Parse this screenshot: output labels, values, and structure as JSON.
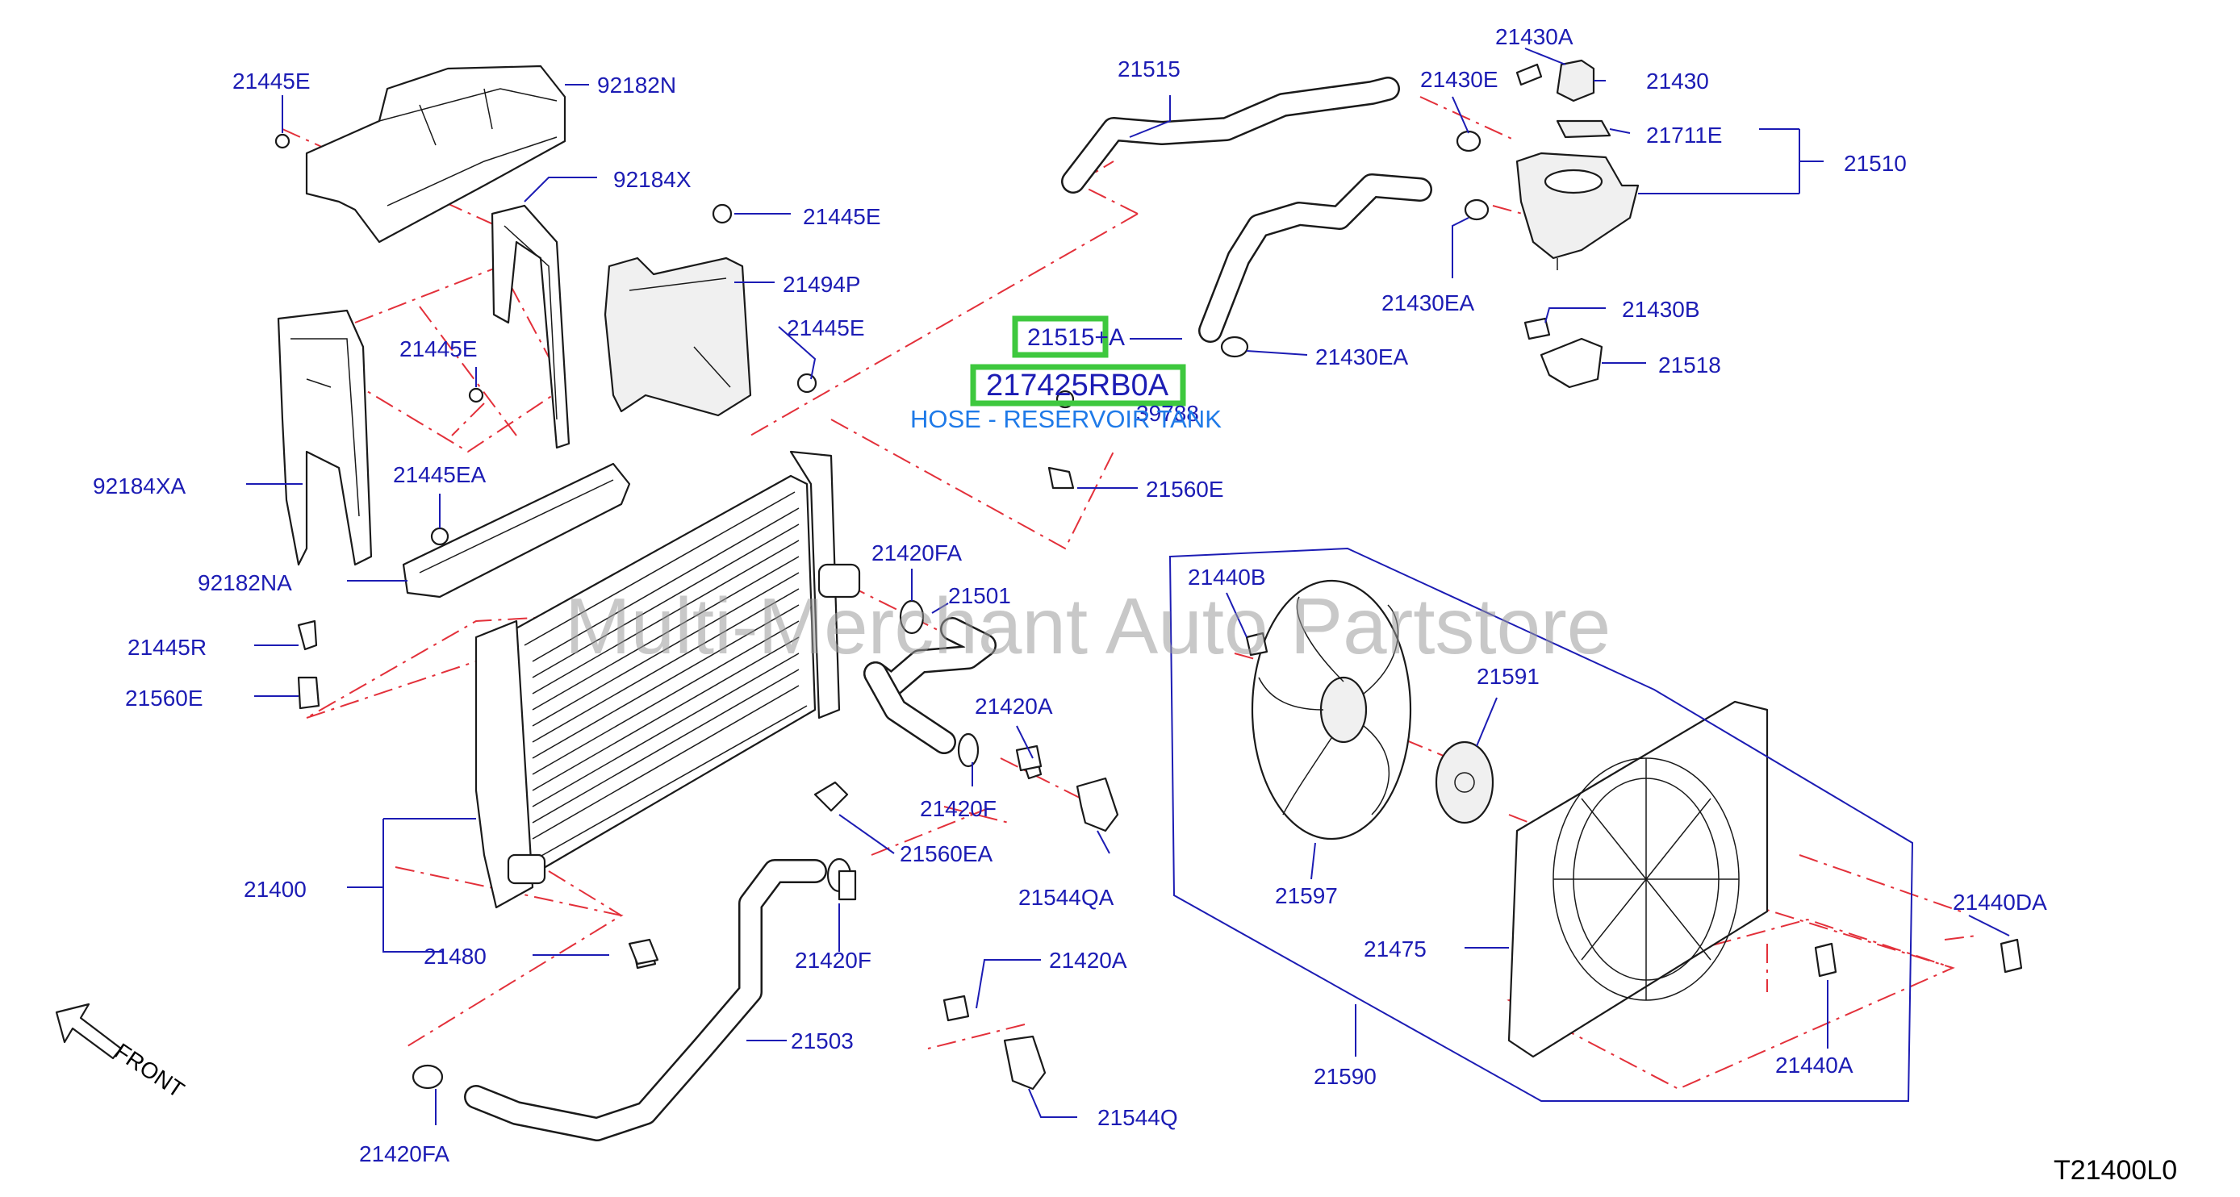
{
  "labels": {
    "l_21445E_a": "21445E",
    "l_92182N": "92182N",
    "l_92184X": "92184X",
    "l_21445E_b": "21445E",
    "l_21494P": "21494P",
    "l_21445E_c": "21445E",
    "l_21445E_d": "21445E",
    "l_92184XA": "92184XA",
    "l_21445EA": "21445EA",
    "l_92182NA": "92182NA",
    "l_21445R": "21445R",
    "l_21560E_a": "21560E",
    "l_21515": "21515",
    "l_21430E": "21430E",
    "l_21430A": "21430A",
    "l_21430": "21430",
    "l_21711E": "21711E",
    "l_21510": "21510",
    "l_21430EA_a": "21430EA",
    "l_21430B": "21430B",
    "l_21430EA_b": "21430EA",
    "l_21518": "21518",
    "l_39788": "39788",
    "l_21560E_b": "21560E",
    "l_21420FA_a": "21420FA",
    "l_21501": "21501",
    "l_21420A_a": "21420A",
    "l_21420F_a": "21420F",
    "l_21560EA": "21560EA",
    "l_21544QA": "21544QA",
    "l_21400": "21400",
    "l_21480": "21480",
    "l_21420F_b": "21420F",
    "l_21503": "21503",
    "l_21420FA_b": "21420FA",
    "l_21420A_b": "21420A",
    "l_21544Q": "21544Q",
    "l_21440B": "21440B",
    "l_21591": "21591",
    "l_21597": "21597",
    "l_21475": "21475",
    "l_21440DA": "21440DA",
    "l_21590": "21590",
    "l_21440A": "21440A"
  },
  "highlights": {
    "kit_number": "21515+A",
    "part_number": "217425RB0A",
    "part_description": "HOSE - RESERVOIR TANK"
  },
  "watermark": "Multi-Merchant Auto Partstore",
  "diagram_code": "T21400L0",
  "orientation_label": "FRONT",
  "colors": {
    "label_blue": "#1c1cb4",
    "leader_red": "#e3303a",
    "highlight_green": "#3ec83e",
    "description_blue": "#1f7ae8"
  }
}
